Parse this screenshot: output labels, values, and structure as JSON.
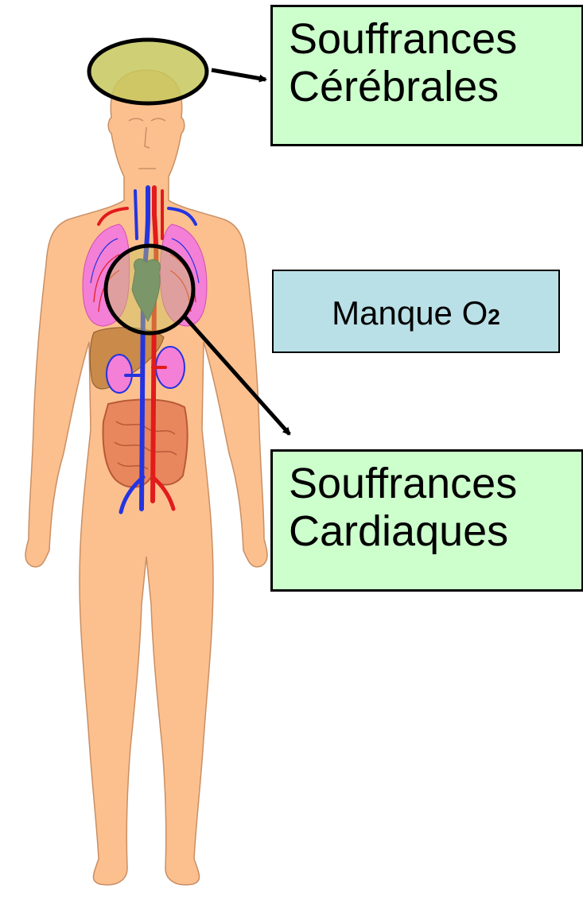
{
  "labels": {
    "cerebral": [
      "Souffrances",
      "Cérébrales"
    ],
    "cardiac": [
      "Souffrances",
      "Cardiaques"
    ],
    "oxygen": {
      "text": "Manque O",
      "subscript": "2"
    }
  },
  "colors": {
    "skin": "#fcc08f",
    "lung": "#f47fd6",
    "artery": "#e21b1b",
    "vein": "#2334e0",
    "liver": "#c98a4a",
    "intestine": "#e8875e",
    "heart": "#3d6e72",
    "highlight": "#c7c85e",
    "label_green": "#ccffcc",
    "label_blue": "#b9e0e6"
  }
}
